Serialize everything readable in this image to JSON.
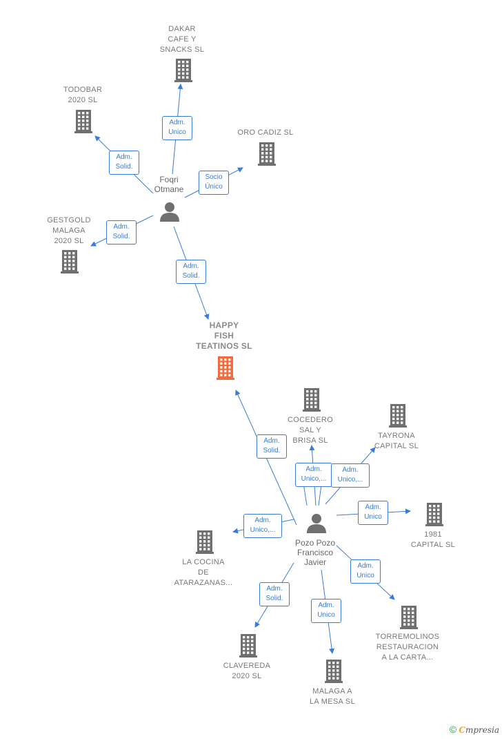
{
  "companies": {
    "dakar": [
      "DAKAR",
      "CAFE Y",
      "SNACKS  SL"
    ],
    "todobar": [
      "TODOBAR",
      "2020  SL"
    ],
    "orocadiz": [
      "ORO CADIZ SL"
    ],
    "gestgold": [
      "GESTGOLD",
      "MALAGA",
      "2020  SL"
    ],
    "happyfish": [
      "HAPPY",
      "FISH",
      "TEATINOS  SL"
    ],
    "cocedero": [
      "COCEDERO",
      "SAL Y",
      "BRISA  SL"
    ],
    "tayrona": [
      "TAYRONA",
      "CAPITAL  SL"
    ],
    "capital1981": [
      "1981",
      "CAPITAL  SL"
    ],
    "lacocina": [
      "LA COCINA",
      "DE",
      "ATARAZANAS..."
    ],
    "torremolinos": [
      "TORREMOLINOS",
      "RESTAURACION",
      "A LA CARTA..."
    ],
    "clavereda": [
      "CLAVEREDA",
      "2020  SL"
    ],
    "malagamesa": [
      "MALAGA A",
      "LA MESA  SL"
    ]
  },
  "persons": {
    "foqri": [
      "Foqri",
      "Otmane"
    ],
    "pozo": [
      "Pozo Pozo",
      "Francisco",
      "Javier"
    ]
  },
  "relations": {
    "foqri_dakar": [
      "Adm.",
      "Unico"
    ],
    "foqri_todobar": [
      "Adm.",
      "Solid."
    ],
    "foqri_orocadiz": [
      "Socio",
      "Único"
    ],
    "foqri_gestgold": [
      "Adm.",
      "Solid."
    ],
    "foqri_happyfish": [
      "Adm.",
      "Solid."
    ],
    "pozo_happyfish": [
      "Adm.",
      "Solid."
    ],
    "pozo_cocedero": [
      "Adm.",
      "Unico,..."
    ],
    "pozo_tayrona": [
      "Adm.",
      "Unico,..."
    ],
    "pozo_1981": [
      "Adm.",
      "Unico"
    ],
    "pozo_lacocina": [
      "Adm.",
      "Unico,..."
    ],
    "pozo_torremolinos": [
      "Adm.",
      "Unico"
    ],
    "pozo_clavereda": [
      "Adm.",
      "Solid."
    ],
    "pozo_malagamesa": [
      "Adm.",
      "Unico"
    ]
  },
  "colors": {
    "edge": "#3a7bd5",
    "building": "#6f6f6f",
    "focus_building": "#f26a3d",
    "person": "#6f6f6f"
  },
  "footer": {
    "copyright": "©",
    "brand_first": "C",
    "brand_rest": "mpresia"
  }
}
